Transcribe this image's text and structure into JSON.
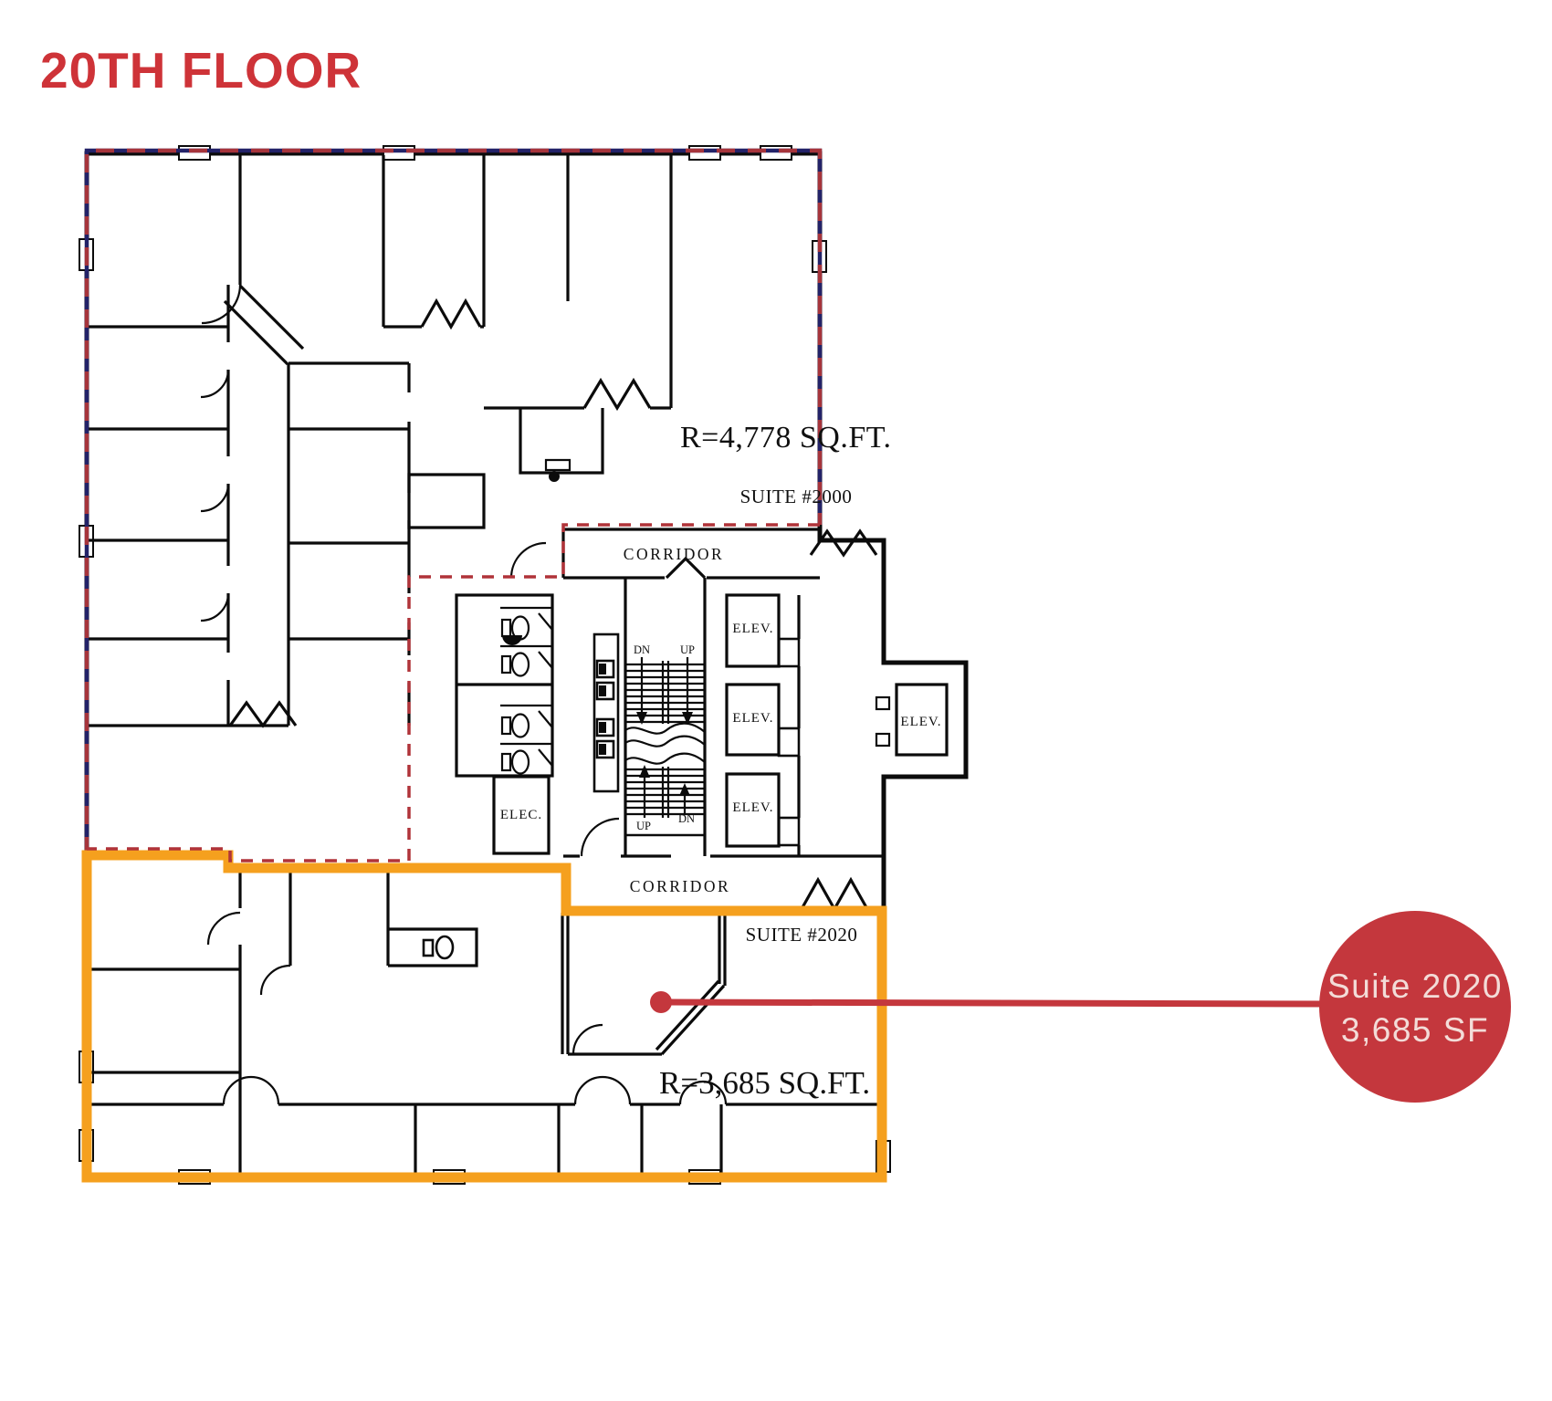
{
  "title": "20TH FLOOR",
  "plan": {
    "suite_2000": {
      "area": "R=4,778 SQ.FT.",
      "label": "SUITE #2000"
    },
    "suite_2020": {
      "area": "R=3,685 SQ.FT.",
      "label": "SUITE #2020"
    },
    "corridors": {
      "upper": "CORRIDOR",
      "lower": "CORRIDOR"
    },
    "rooms": {
      "elevator_1": "ELEV.",
      "elevator_2": "ELEV.",
      "elevator_3": "ELEV.",
      "elevator_service": "ELEV.",
      "electrical": "ELEC."
    },
    "stairs": {
      "upper_down": "DN",
      "upper_up": "UP",
      "lower_up": "UP",
      "lower_down": "DN"
    }
  },
  "callout": {
    "suite_name": "Suite 2020",
    "suite_area": "3,685 SF"
  },
  "colors": {
    "title_red": "#CE3338",
    "callout_red": "#C4373D",
    "suite_2020_orange": "#F5A01E",
    "suite_2000_navy": "#232268",
    "suite_2000_red_dash": "#A6343B",
    "demise_red_dash": "#B03339",
    "wall_black": "#0b0b0b"
  }
}
